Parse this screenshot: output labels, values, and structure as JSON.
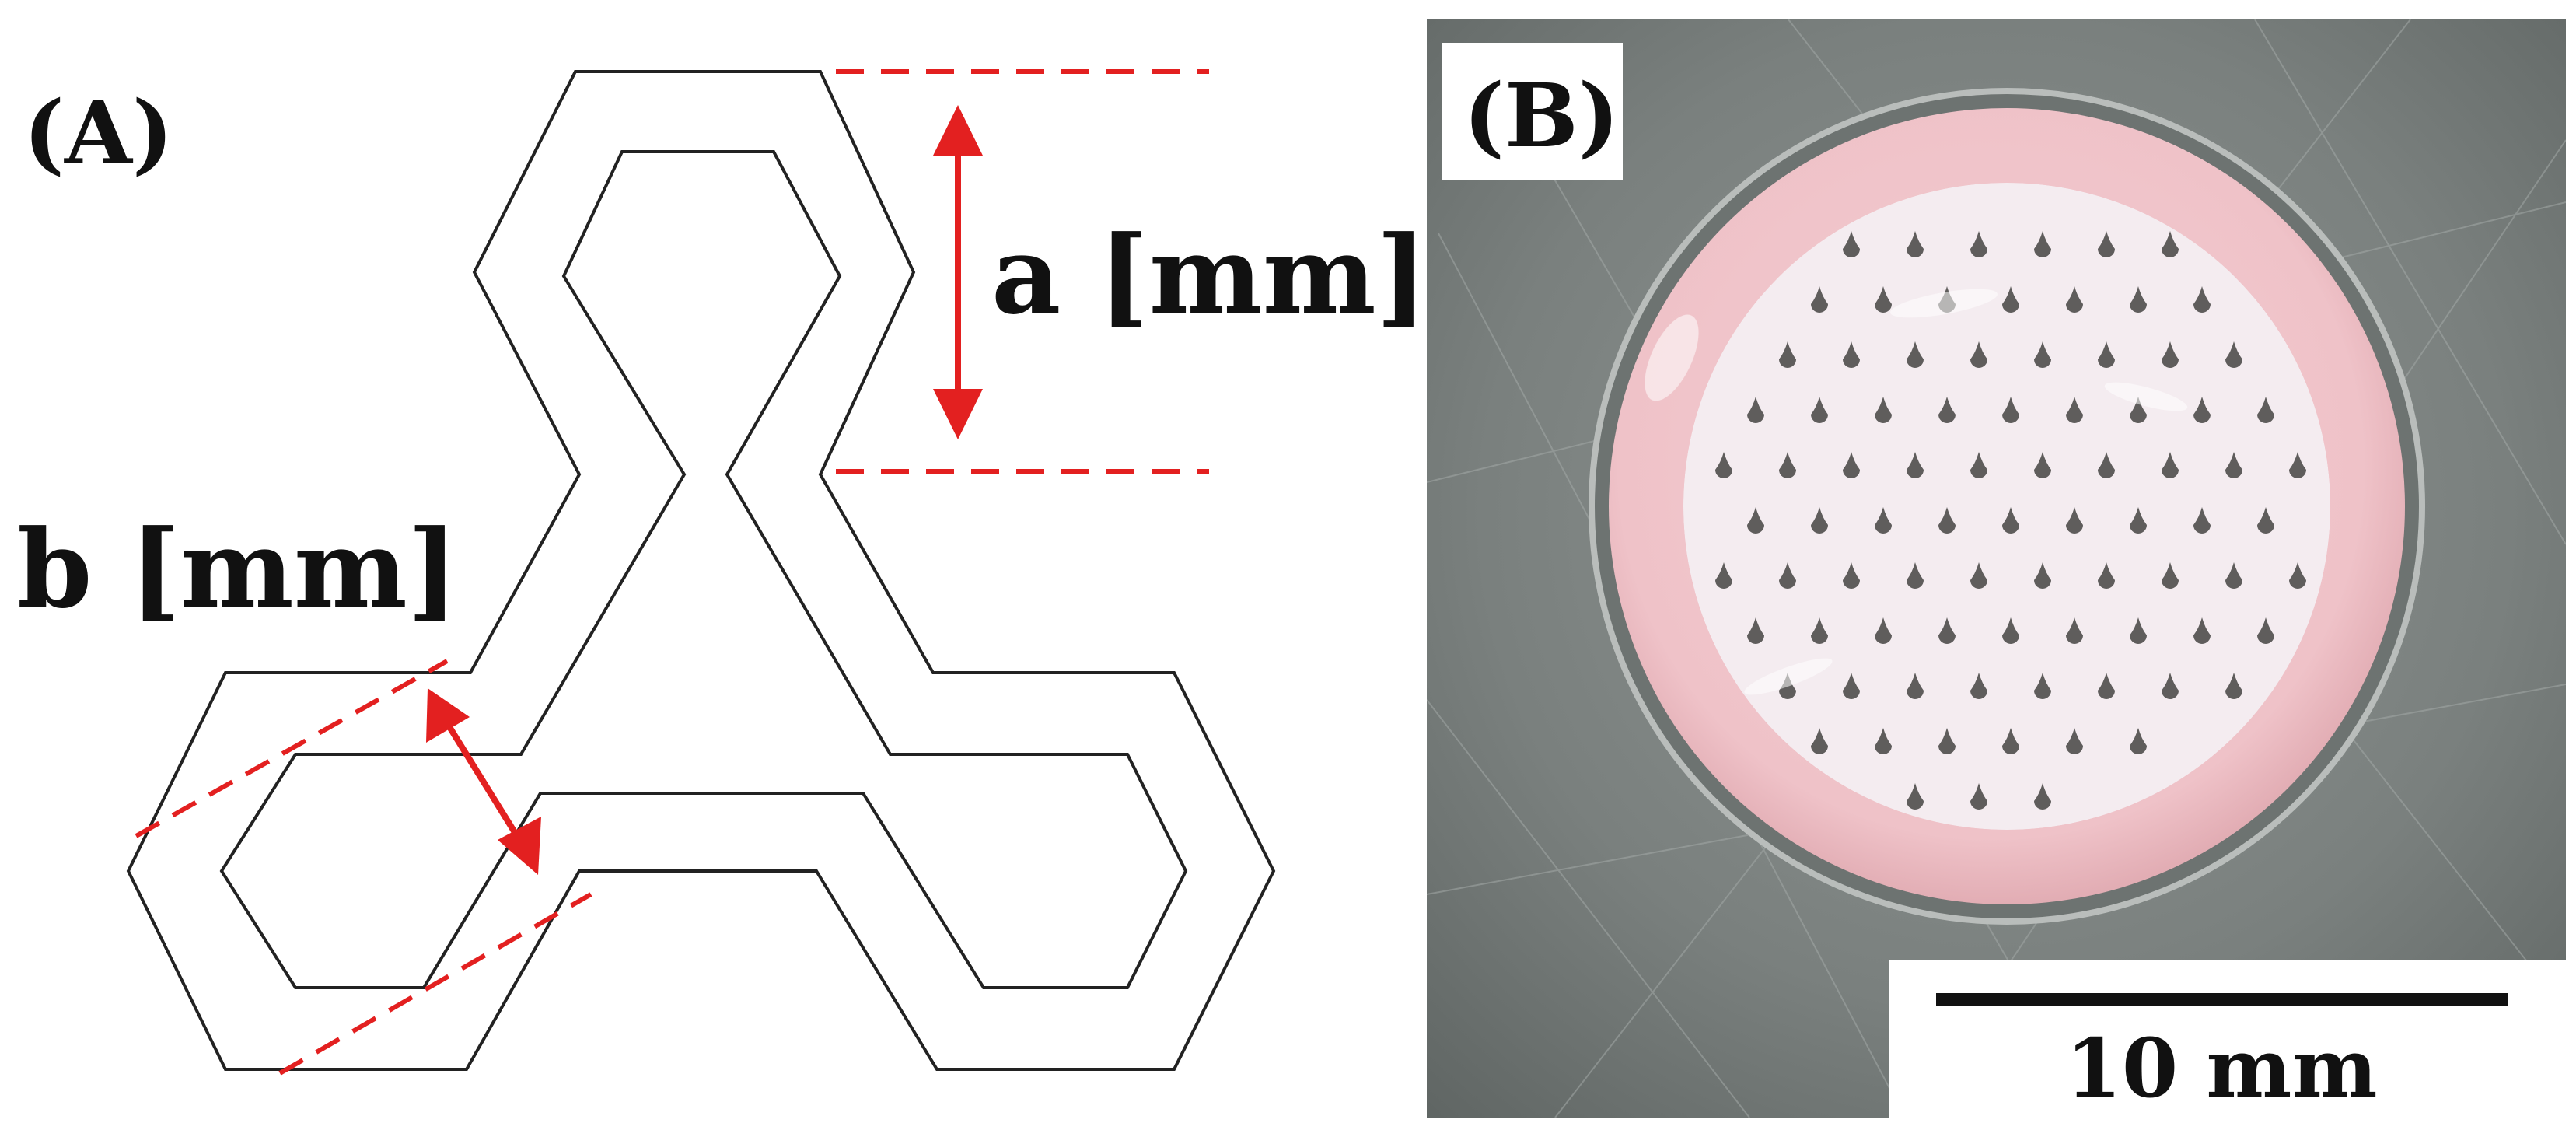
{
  "panel_a": {
    "label": "(A)",
    "dim_a": "a [mm]",
    "dim_b": "b [mm]"
  },
  "panel_b": {
    "label": "(B)",
    "scale_bar": "10 mm"
  },
  "colors": {
    "outline": "#222222",
    "annotation": "#e32020",
    "gel_pink": "#f1c4c9",
    "lattice_white": "#f6eef2",
    "metal": "#7c8280"
  }
}
